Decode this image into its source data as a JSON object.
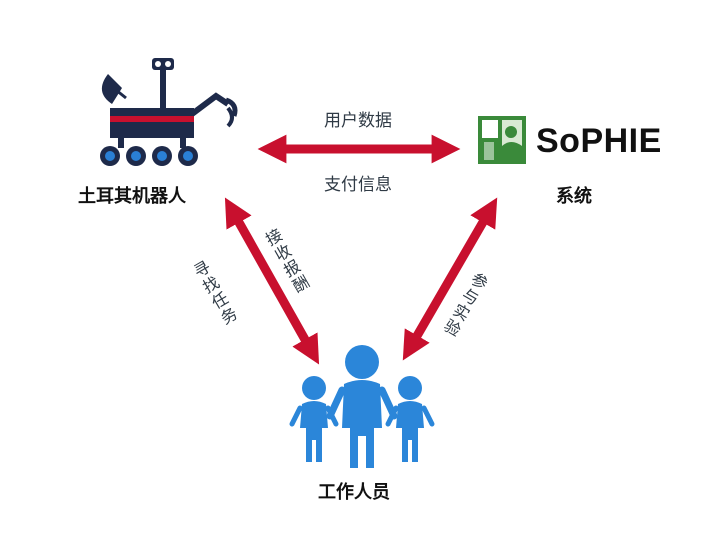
{
  "nodes": {
    "robot": {
      "label": "土耳其机器人"
    },
    "sophie": {
      "logo_text": "SoPHIE",
      "label": "系统"
    },
    "workers": {
      "label": "工作人员"
    }
  },
  "edges": {
    "top_upper": "用户数据",
    "top_lower": "支付信息",
    "left_outer": "寻找任务",
    "left_inner": "接收报酬",
    "right": "参与实验"
  },
  "colors": {
    "arrow": "#c8102e",
    "robot_navy": "#1e2a4a",
    "robot_red": "#c8102e",
    "wheel_blue": "#2a7fd4",
    "people_blue": "#2b86d9",
    "sophie_green": "#3a8a3a"
  },
  "icons": [
    "robot-icon",
    "sophie-logo-icon",
    "people-icon"
  ]
}
